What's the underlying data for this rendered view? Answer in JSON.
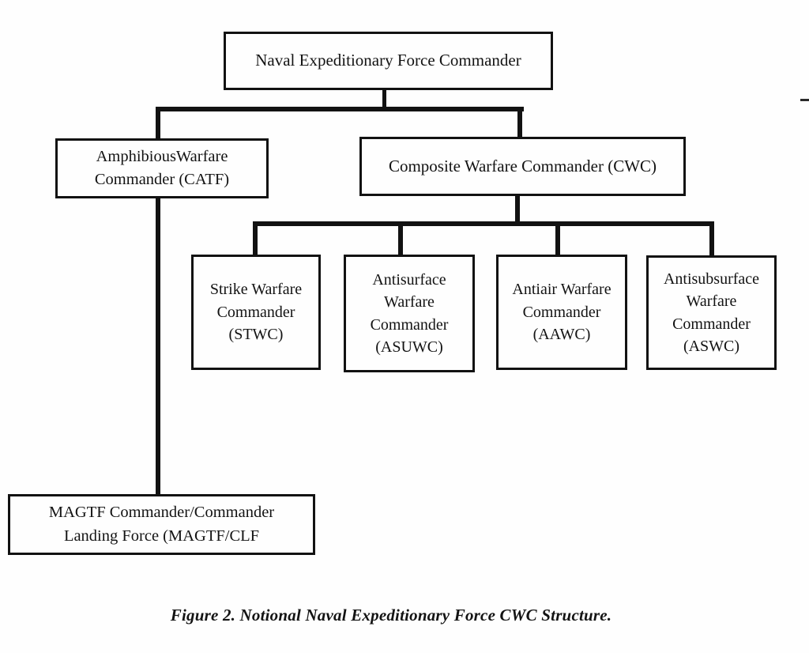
{
  "figure": {
    "caption": "Figure 2. Notional Naval Expeditionary Force CWC Structure.",
    "colors": {
      "line": "#121212",
      "background": "#fefefe",
      "text": "#131313"
    }
  },
  "nodes": {
    "nefc": {
      "lines": [
        "Naval Expeditionary Force Commander"
      ]
    },
    "catf": {
      "lines": [
        "AmphibiousWarfare",
        "Commander (CATF)"
      ]
    },
    "cwc": {
      "lines": [
        "Composite Warfare Commander (CWC)"
      ]
    },
    "stwc": {
      "lines": [
        "Strike Warfare",
        "Commander",
        "(STWC)"
      ]
    },
    "asuwc": {
      "lines": [
        "Antisurface",
        "Warfare",
        "Commander",
        "(ASUWC)"
      ]
    },
    "aawc": {
      "lines": [
        "Antiair Warfare",
        "Commander",
        "(AAWC)"
      ]
    },
    "aswc": {
      "lines": [
        "Antisubsurface",
        "Warfare",
        "Commander",
        "(ASWC)"
      ]
    },
    "magtf": {
      "lines": [
        "MAGTF Commander/Commander",
        "Landing Force (MAGTF/CLF"
      ]
    }
  },
  "edges": [
    {
      "from": "Naval Expeditionary Force Commander",
      "to": "AmphibiousWarfare Commander (CATF)"
    },
    {
      "from": "Naval Expeditionary Force Commander",
      "to": "Composite Warfare Commander (CWC)"
    },
    {
      "from": "Composite Warfare Commander (CWC)",
      "to": "Strike Warfare Commander (STWC)"
    },
    {
      "from": "Composite Warfare Commander (CWC)",
      "to": "Antisurface Warfare Commander (ASUWC)"
    },
    {
      "from": "Composite Warfare Commander (CWC)",
      "to": "Antiair Warfare Commander (AAWC)"
    },
    {
      "from": "Composite Warfare Commander (CWC)",
      "to": "Antisubsurface Warfare Commander (ASWC)"
    },
    {
      "from": "AmphibiousWarfare Commander (CATF)",
      "to": "MAGTF Commander/Commander Landing Force (MAGTF/CLF"
    }
  ]
}
